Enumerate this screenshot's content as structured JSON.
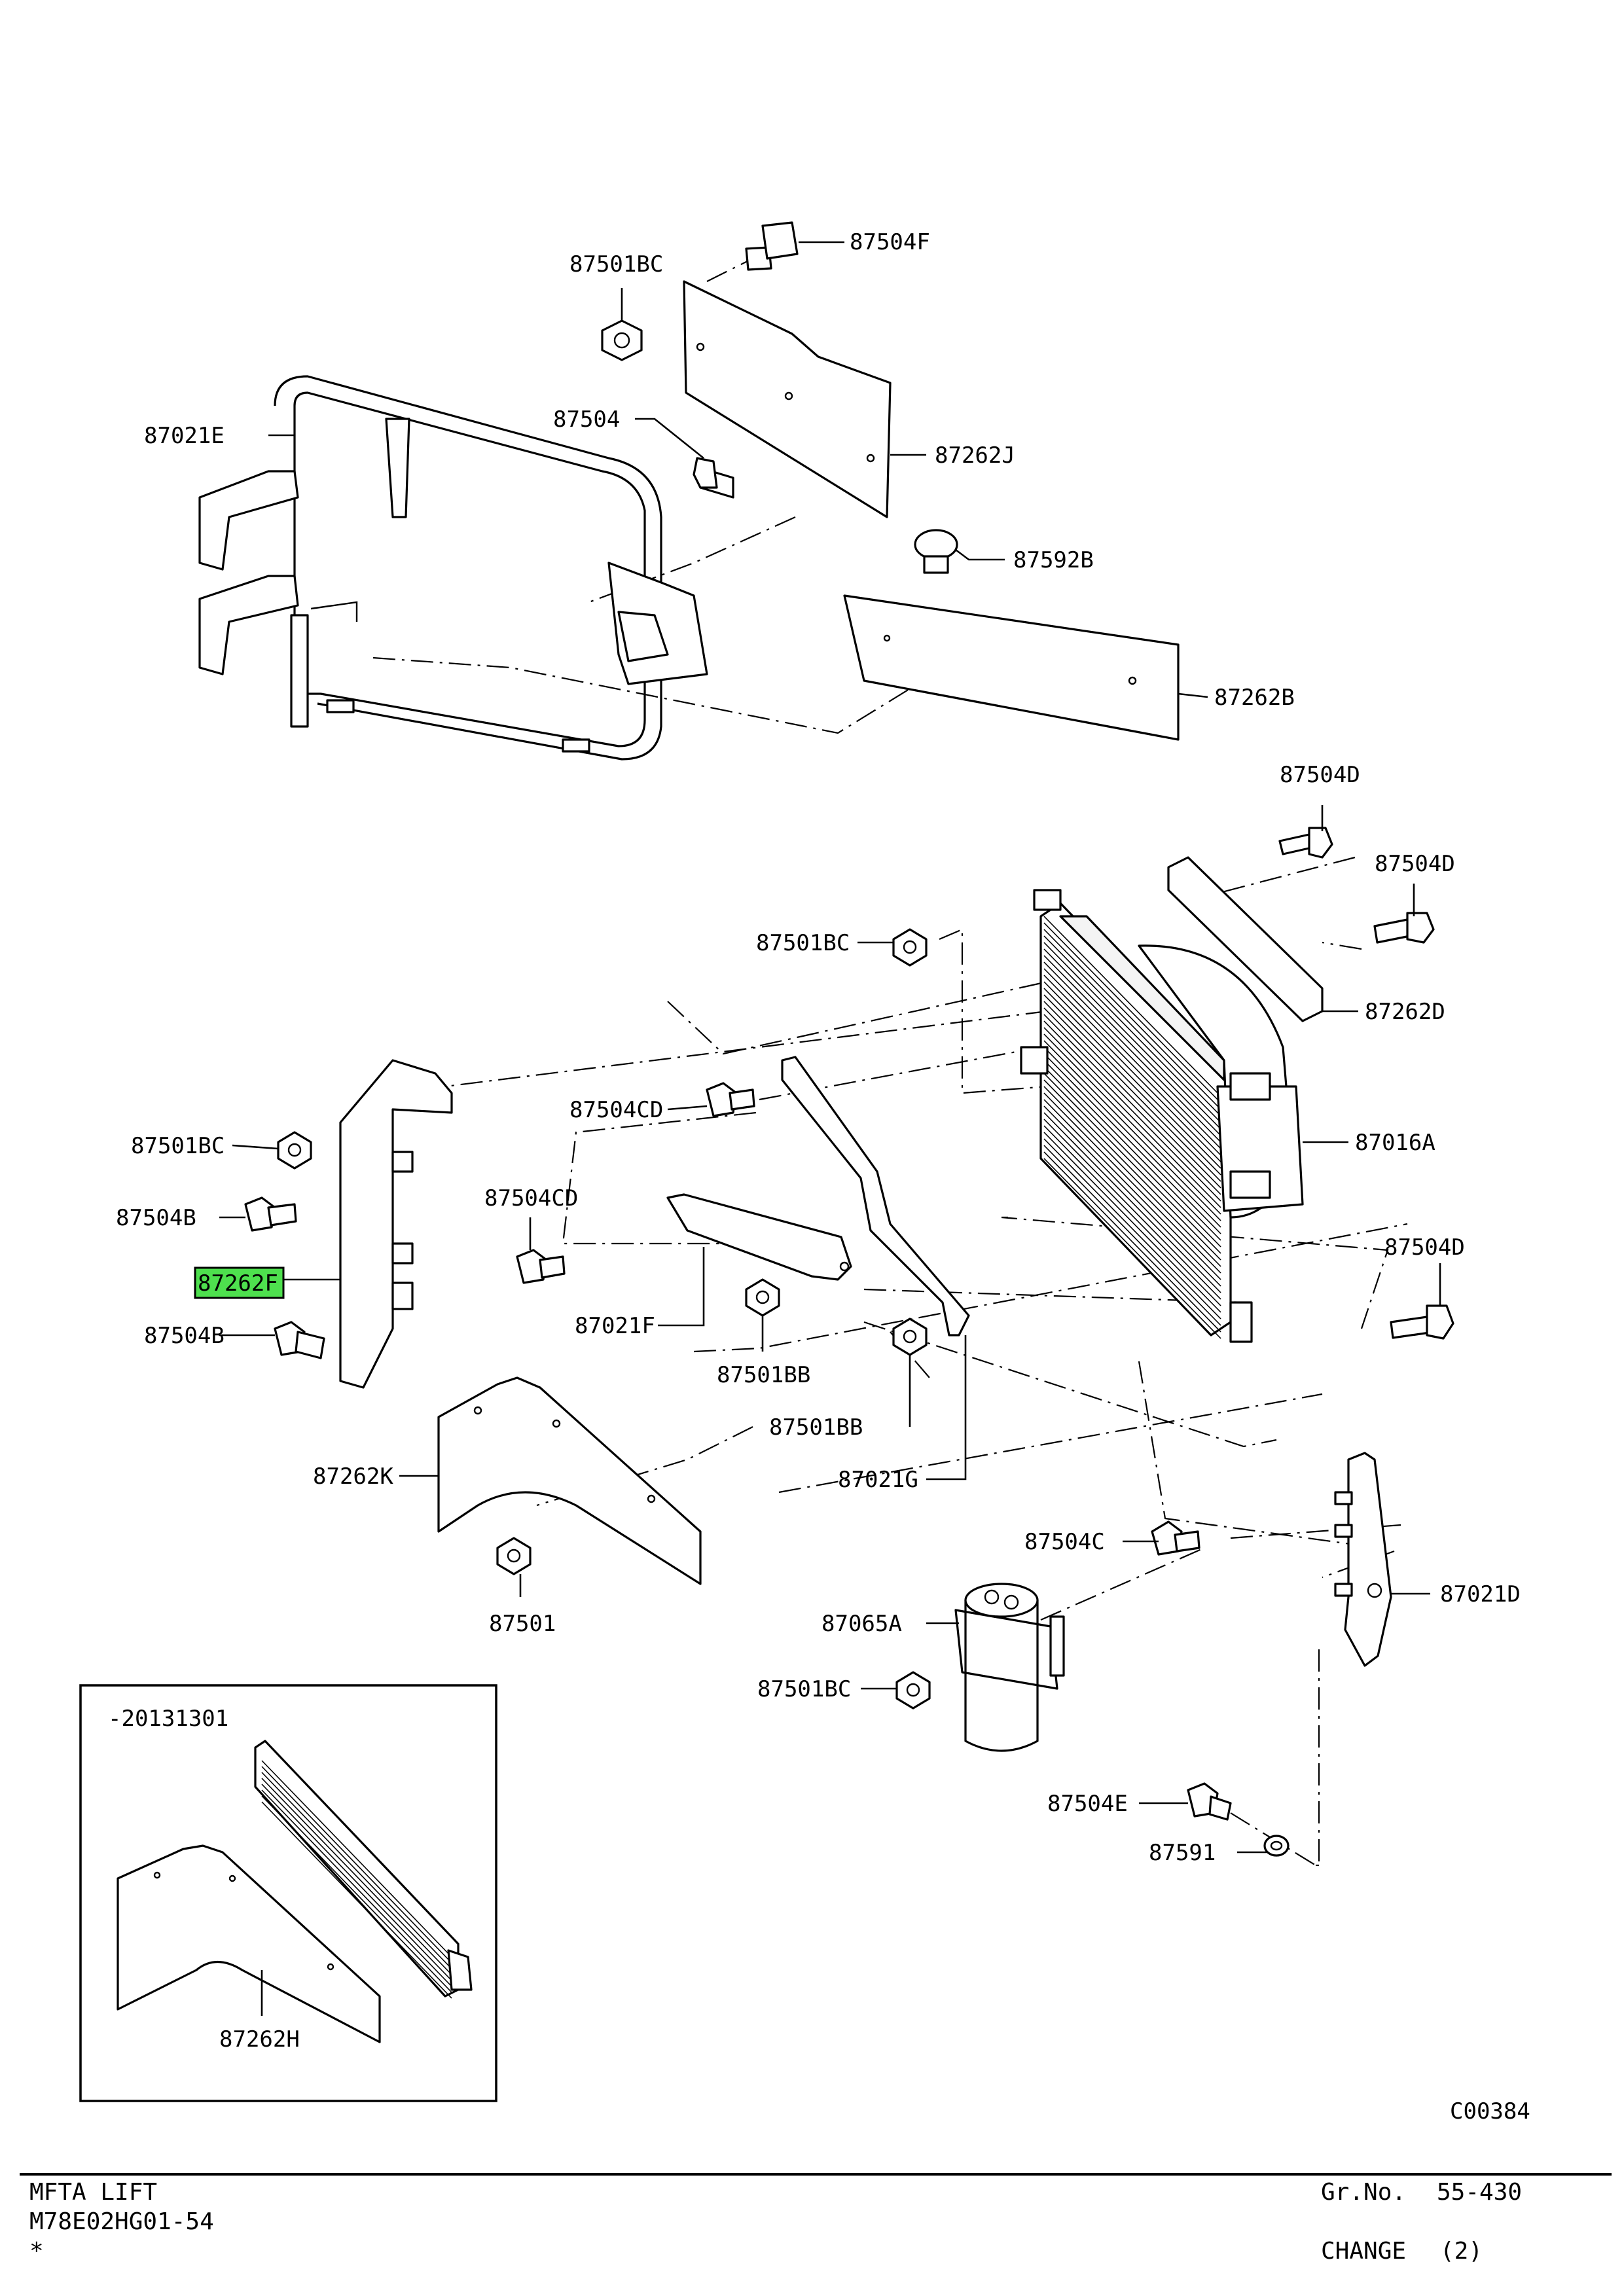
{
  "labels": {
    "p87504F": "87504F",
    "p87501BC_top": "87501BC",
    "p87021E": "87021E",
    "p87504": "87504",
    "p87262J": "87262J",
    "p87592B": "87592B",
    "p87262B": "87262B",
    "p87504D_1": "87504D",
    "p87504D_2": "87504D",
    "p87501BC_mid": "87501BC",
    "p87262D": "87262D",
    "p87504CD_1": "87504CD",
    "p87016A": "87016A",
    "p87501BC_left": "87501BC",
    "p87504CD_2": "87504CD",
    "p87504B_1": "87504B",
    "p87262F": "87262F",
    "p87504D_3": "87504D",
    "p87021F": "87021F",
    "p87504B_2": "87504B",
    "p87501BB_1": "87501BB",
    "p87501BB_2": "87501BB",
    "p87262K": "87262K",
    "p87021G": "87021G",
    "p87504C": "87504C",
    "p87021D": "87021D",
    "p87501": "87501",
    "p87065A": "87065A",
    "p87501BC_bot": "87501BC",
    "p87504E": "87504E",
    "p87591": "87591",
    "inset_date": "-20131301",
    "p87262H": "87262H",
    "figure_code": "C00384"
  },
  "highlight": {
    "part": "87262F",
    "color": "#4ee04e"
  },
  "footer": {
    "model": "MFTA LIFT",
    "catalog_code": "M78E02HG01-54",
    "marker": "*",
    "group_label": "Gr.No.",
    "group_value": "55-430",
    "change_label": "CHANGE",
    "change_value": "(2)"
  }
}
